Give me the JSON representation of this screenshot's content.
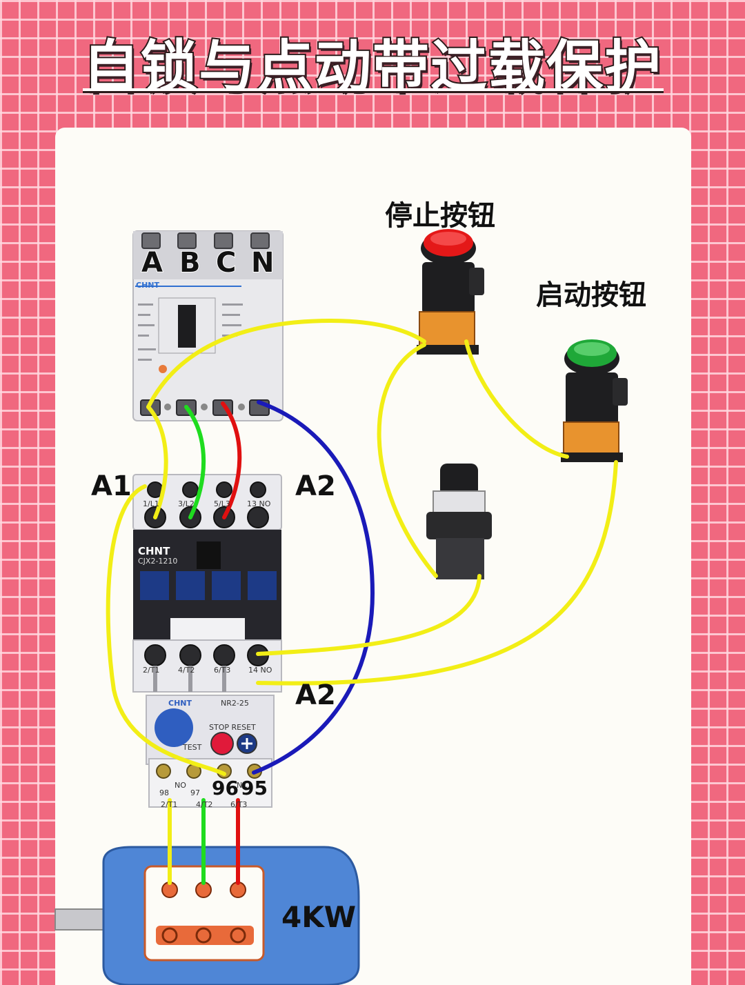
{
  "title": "自锁与点动带过载保护",
  "labels": {
    "stop_button": "停止按钮",
    "start_button": "启动按钮",
    "phase_a": "A",
    "phase_b": "B",
    "phase_c": "C",
    "phase_n": "N",
    "a1": "A1",
    "a2_top": "A2",
    "a2_bottom": "A2",
    "t96": "96",
    "t95": "95",
    "motor_power": "4KW"
  },
  "breaker": {
    "brand": "CHNT"
  },
  "contactor": {
    "brand": "CHNT",
    "model": "CJX2-1210",
    "top_terminals": [
      "1/L1",
      "3/L2",
      "5/L3",
      "13 NO"
    ],
    "bottom_terminals": [
      "2/T1",
      "4/T2",
      "6/T3",
      "14 NO"
    ]
  },
  "overload_relay": {
    "brand": "CHNT",
    "model": "NR2-25",
    "stop_reset": "STOP RESET",
    "test": "TEST",
    "no": "NO",
    "nc": "NC",
    "t98": "98",
    "t97": "97",
    "bottom_terminals": [
      "2/T1",
      "4/T2",
      "6/T3"
    ]
  },
  "colors": {
    "background": "#f0687f",
    "panel": "#fdfcf7",
    "wire_yellow": "#f2ee16",
    "wire_green": "#1fdc1f",
    "wire_red": "#e01010",
    "wire_blue": "#1a1ab8",
    "stop_button": "#e41818",
    "start_button": "#1fa838",
    "motor": "#4f86d6"
  },
  "icons": [
    "breaker-icon",
    "contactor-icon",
    "overload-relay-icon",
    "stop-button-icon",
    "start-button-icon",
    "selector-switch-icon",
    "motor-icon"
  ]
}
